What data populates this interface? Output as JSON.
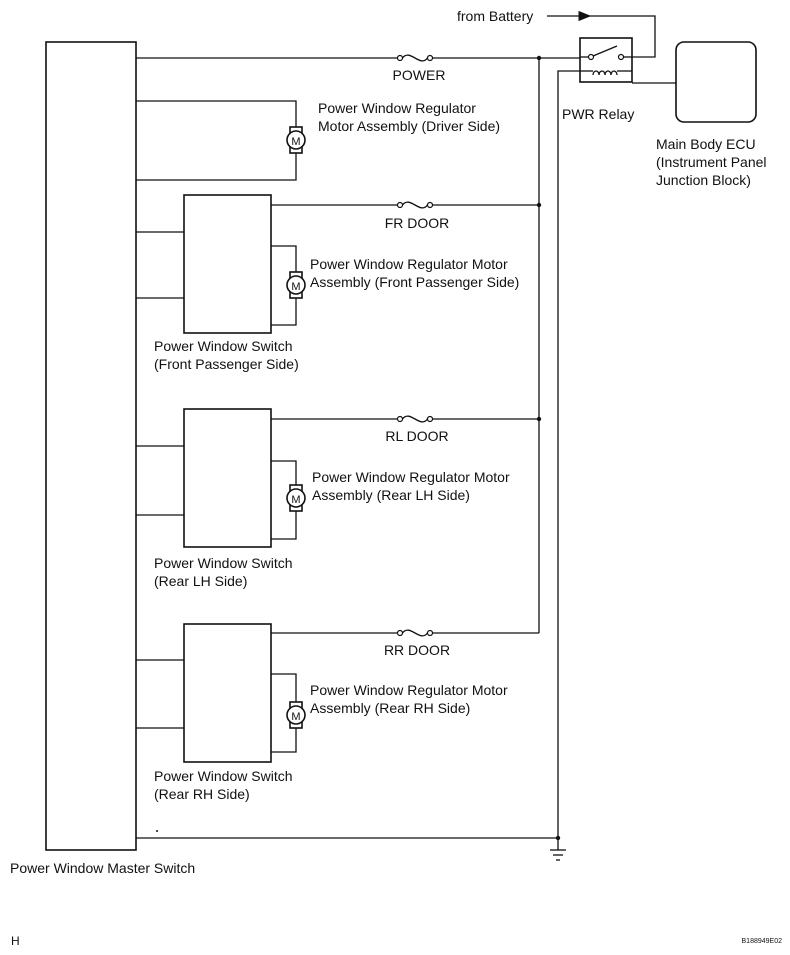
{
  "battery_label": "from Battery",
  "master_switch_label": "Power Window Master Switch",
  "relay_label": "PWR Relay",
  "ecu": {
    "line1": "Main Body ECU",
    "line2": "(Instrument Panel",
    "line3": "Junction Block)"
  },
  "fuses": {
    "power": "POWER",
    "fr_door": "FR DOOR",
    "rl_door": "RL DOOR",
    "rr_door": "RR DOOR"
  },
  "motor_symbol": "M",
  "driver_motor": {
    "line1": "Power Window Regulator",
    "line2": "Motor Assembly (Driver Side)"
  },
  "fr_motor": {
    "line1": "Power Window Regulator Motor",
    "line2": "Assembly (Front Passenger Side)"
  },
  "rl_motor": {
    "line1": "Power Window Regulator Motor",
    "line2": "Assembly (Rear LH Side)"
  },
  "rr_motor": {
    "line1": "Power Window Regulator Motor",
    "line2": "Assembly (Rear RH Side)"
  },
  "fr_switch": {
    "line1": "Power Window Switch",
    "line2": "(Front Passenger Side)"
  },
  "rl_switch": {
    "line1": "Power Window Switch",
    "line2": "(Rear LH Side)"
  },
  "rr_switch": {
    "line1": "Power Window Switch",
    "line2": "(Rear RH Side)"
  },
  "footer_left": "H",
  "footer_right": "B188949E02"
}
